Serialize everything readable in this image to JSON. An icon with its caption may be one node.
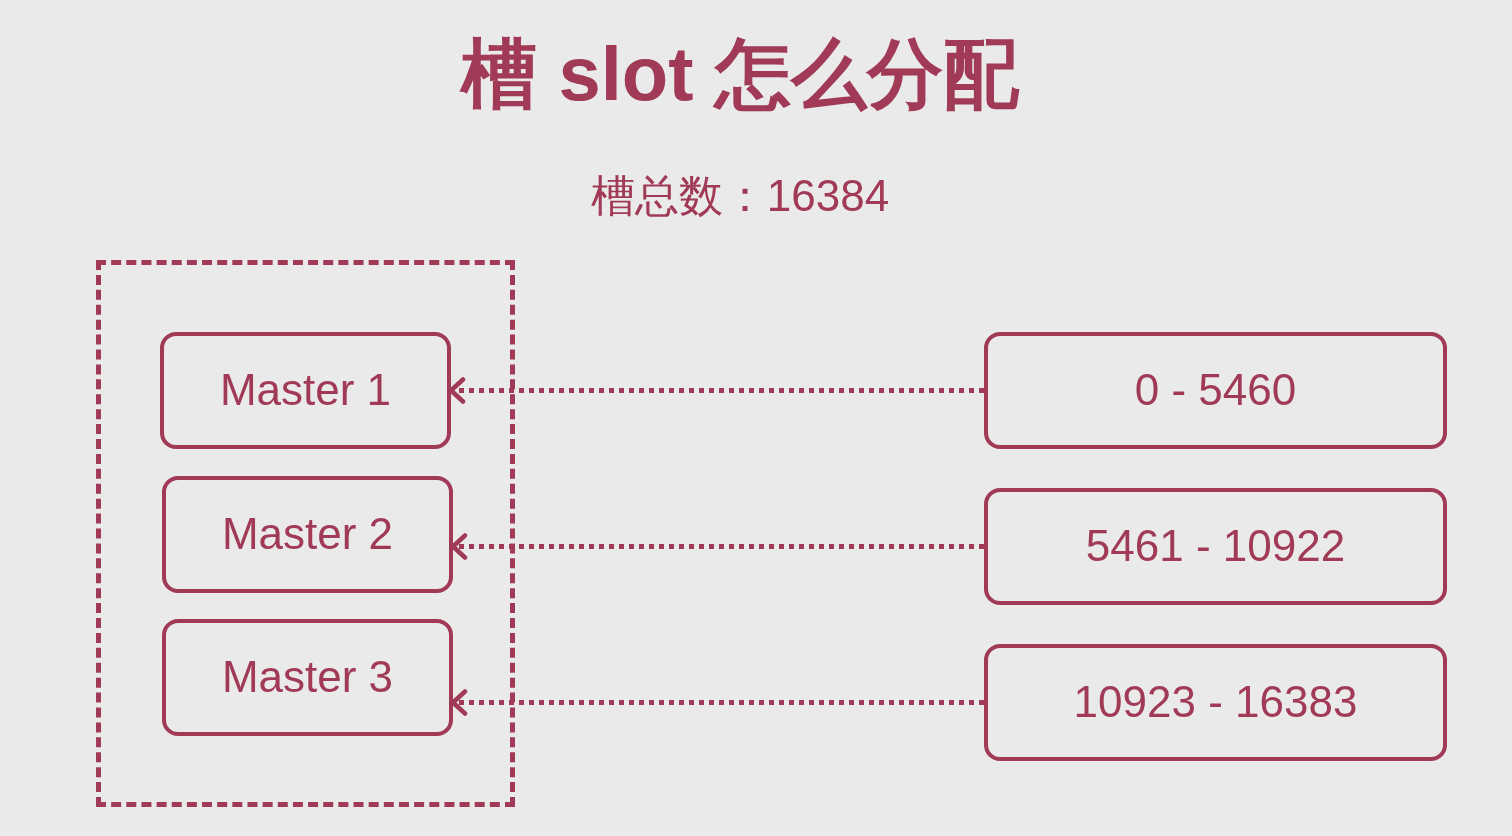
{
  "diagram": {
    "title": "槽 slot 怎么分配",
    "nodes": [
      {
        "text": [],
        "shape": "box"
      },
      {
        "text": [
          "Master 1"
        ],
        "in": 0
      },
      {
        "text": [
          "Master 2"
        ],
        "in": 0
      },
      {
        "text": [
          "Master 3"
        ],
        "in": 0
      },
      {
        "text": [
          "0 - 5460"
        ]
      },
      {
        "text": [
          "5461 - 10922"
        ]
      },
      {
        "text": [
          "10923 - 16383"
        ]
      }
    ],
    "edges": [
      {
        "from": 4,
        "to": 1,
        "arrow": "to",
        "style": "dashed"
      },
      {
        "from": 5,
        "to": 2,
        "arrow": "to",
        "style": "dashed"
      },
      {
        "from": 6,
        "to": 3,
        "arrow": "to",
        "style": "dashed"
      }
    ],
    "labels": [
      "槽总数：16384"
    ]
  }
}
